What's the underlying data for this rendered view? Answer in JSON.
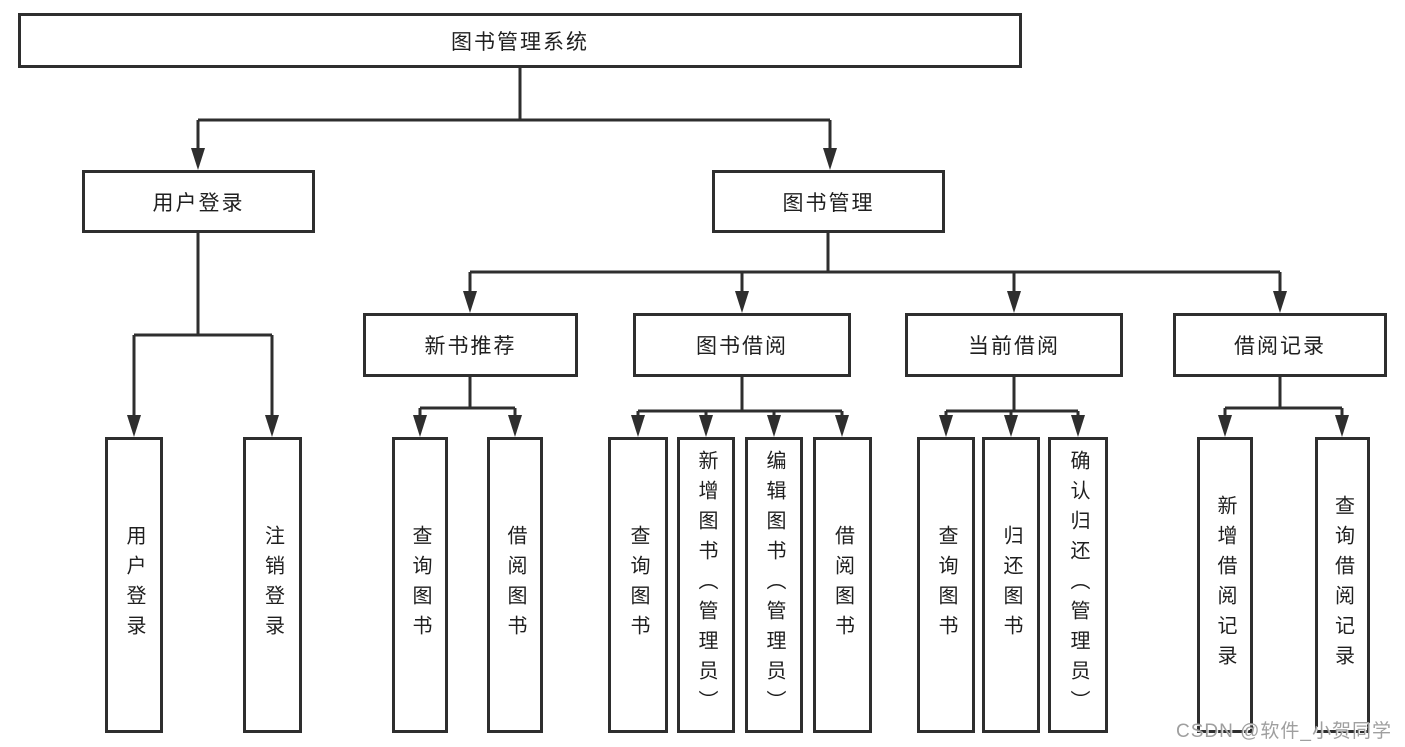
{
  "diagram": {
    "root": {
      "label": "图书管理系统"
    },
    "level2": [
      {
        "id": "user-login",
        "label": "用户登录"
      },
      {
        "id": "book-management",
        "label": "图书管理"
      }
    ],
    "level3": [
      {
        "id": "new-book-recommend",
        "label": "新书推荐"
      },
      {
        "id": "book-borrow",
        "label": "图书借阅"
      },
      {
        "id": "current-borrow",
        "label": "当前借阅"
      },
      {
        "id": "borrow-records",
        "label": "借阅记录"
      }
    ],
    "leaves": [
      {
        "id": "user-login-leaf",
        "label": "用户登录"
      },
      {
        "id": "logout",
        "label": "注销登录"
      },
      {
        "id": "query-books-1",
        "label": "查询图书"
      },
      {
        "id": "borrow-books-1",
        "label": "借阅图书"
      },
      {
        "id": "query-books-2",
        "label": "查询图书"
      },
      {
        "id": "add-book-admin",
        "label": "新增图书（管理员）"
      },
      {
        "id": "edit-book-admin",
        "label": "编辑图书（管理员）"
      },
      {
        "id": "borrow-books-2",
        "label": "借阅图书"
      },
      {
        "id": "query-books-3",
        "label": "查询图书"
      },
      {
        "id": "return-books",
        "label": "归还图书"
      },
      {
        "id": "confirm-return-admin",
        "label": "确认归还（管理员）"
      },
      {
        "id": "add-borrow-record",
        "label": "新增借阅记录"
      },
      {
        "id": "query-borrow-record",
        "label": "查询借阅记录"
      }
    ]
  },
  "watermark": {
    "text": "CSDN @软件_小贺同学"
  },
  "colors": {
    "line": "#2e2e2e",
    "text": "#1f1f1f",
    "watermark": "#9a9a9a",
    "background": "#ffffff"
  }
}
